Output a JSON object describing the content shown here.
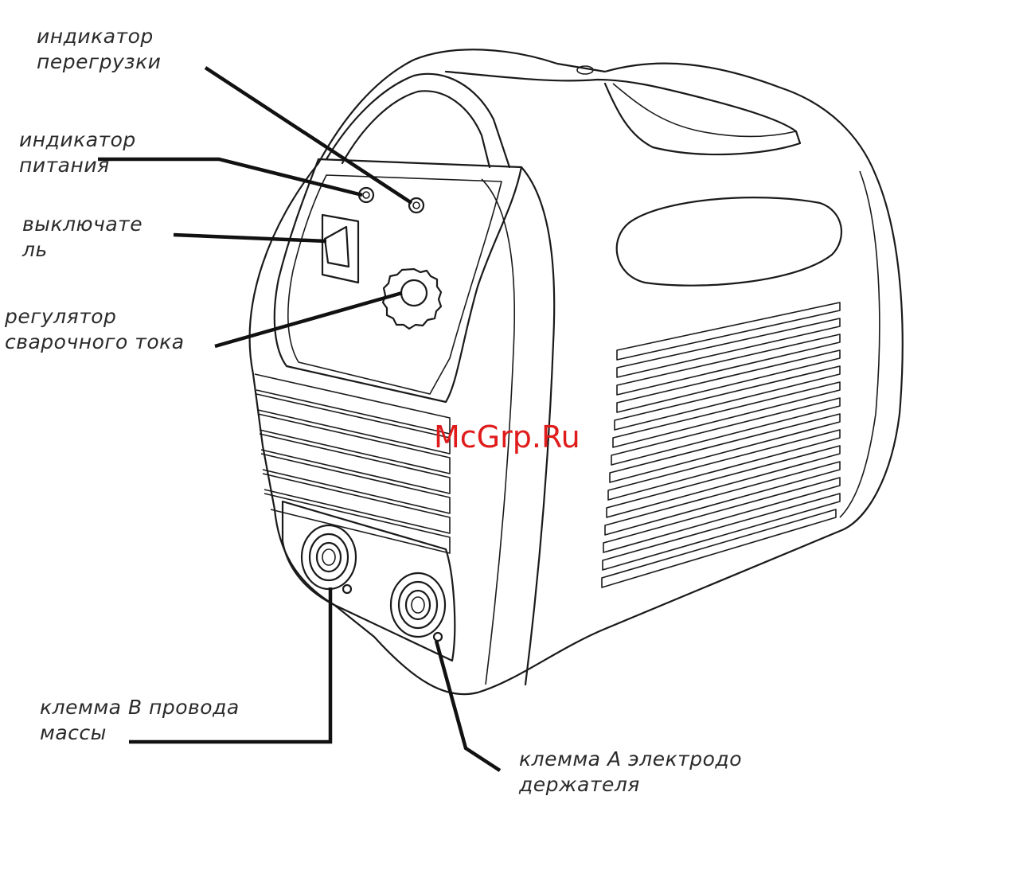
{
  "labels": {
    "overload_indicator": [
      "индикатор",
      "перегрузки"
    ],
    "power_indicator": [
      "индикатор",
      "питания"
    ],
    "switch": [
      "выключате",
      "ль"
    ],
    "current_regulator": [
      "регулятор",
      "сварочного тока"
    ],
    "terminal_b": [
      "клемма В провода",
      "массы"
    ],
    "terminal_a": [
      "клемма А электродо",
      "держателя"
    ]
  },
  "watermark": "McGrp.Ru",
  "colors": {
    "line": "#1a1a1a",
    "text": "#2a2a2a",
    "watermark": "#e01b1b",
    "background": "#ffffff"
  }
}
